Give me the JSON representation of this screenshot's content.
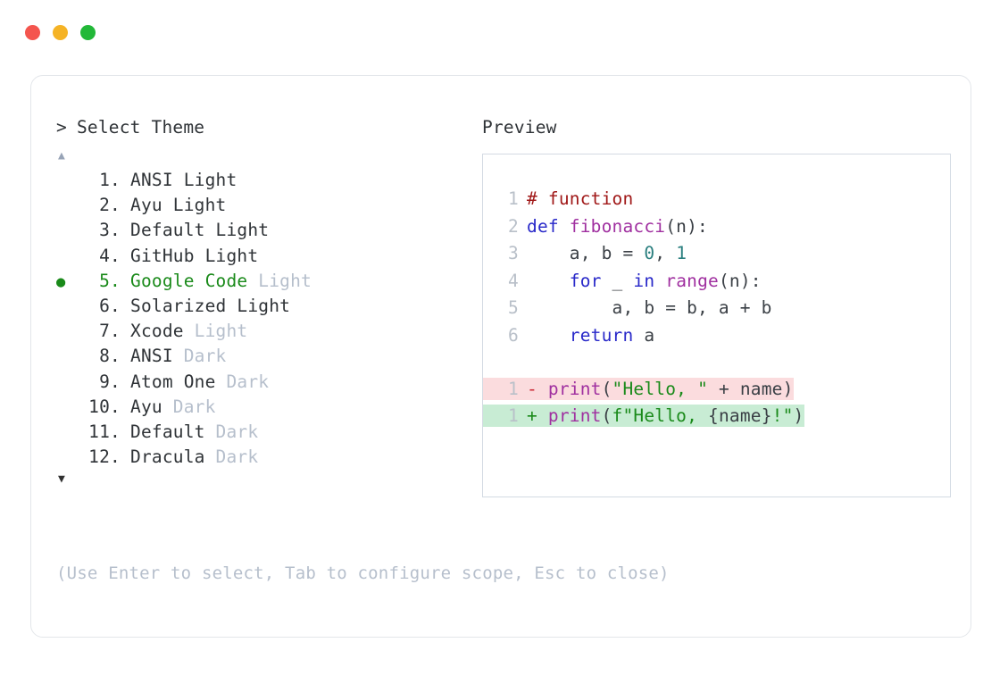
{
  "window": {
    "controls": [
      {
        "name": "close",
        "color": "#f4554e"
      },
      {
        "name": "minimize",
        "color": "#f5b325"
      },
      {
        "name": "maximize",
        "color": "#22b838"
      }
    ]
  },
  "picker": {
    "caret": ">",
    "title": "Select Theme",
    "scroll_up_icon": "▲",
    "scroll_down_icon": "▼",
    "selected_index": 5,
    "selected_bullet": "●",
    "accent_color": "#1a8a1a",
    "muted_color": "#b6bfcc",
    "items": [
      {
        "index": "1.",
        "name": "ANSI",
        "suffix": "Light",
        "suffix_muted": false,
        "selected": false
      },
      {
        "index": "2.",
        "name": "Ayu",
        "suffix": "Light",
        "suffix_muted": false,
        "selected": false
      },
      {
        "index": "3.",
        "name": "Default",
        "suffix": "Light",
        "suffix_muted": false,
        "selected": false
      },
      {
        "index": "4.",
        "name": "GitHub",
        "suffix": "Light",
        "suffix_muted": false,
        "selected": false
      },
      {
        "index": "5.",
        "name": "Google Code",
        "suffix": "Light",
        "suffix_muted": true,
        "selected": true
      },
      {
        "index": "6.",
        "name": "Solarized",
        "suffix": "Light",
        "suffix_muted": false,
        "selected": false
      },
      {
        "index": "7.",
        "name": "Xcode",
        "suffix": "Light",
        "suffix_muted": true,
        "selected": false
      },
      {
        "index": "8.",
        "name": "ANSI",
        "suffix": "Dark",
        "suffix_muted": true,
        "selected": false
      },
      {
        "index": "9.",
        "name": "Atom One",
        "suffix": "Dark",
        "suffix_muted": true,
        "selected": false
      },
      {
        "index": "10.",
        "name": "Ayu",
        "suffix": "Dark",
        "suffix_muted": true,
        "selected": false
      },
      {
        "index": "11.",
        "name": "Default",
        "suffix": "Dark",
        "suffix_muted": true,
        "selected": false
      },
      {
        "index": "12.",
        "name": "Dracula",
        "suffix": "Dark",
        "suffix_muted": true,
        "selected": false
      }
    ],
    "hint": "(Use Enter to select, Tab to configure scope, Esc to close)"
  },
  "preview": {
    "title": "Preview",
    "code_lines": [
      {
        "ln": "1",
        "tokens": [
          {
            "text": "# function",
            "type": "comment"
          }
        ]
      },
      {
        "ln": "2",
        "tokens": [
          {
            "text": "def ",
            "type": "keyword"
          },
          {
            "text": "fibonacci",
            "type": "func"
          },
          {
            "text": "(n):",
            "type": "punc"
          }
        ]
      },
      {
        "ln": "3",
        "tokens": [
          {
            "text": "    a, b = ",
            "type": "plain"
          },
          {
            "text": "0",
            "type": "num"
          },
          {
            "text": ", ",
            "type": "plain"
          },
          {
            "text": "1",
            "type": "num"
          }
        ]
      },
      {
        "ln": "4",
        "tokens": [
          {
            "text": "    ",
            "type": "plain"
          },
          {
            "text": "for",
            "type": "keyword"
          },
          {
            "text": " _ ",
            "type": "plain"
          },
          {
            "text": "in",
            "type": "keyword"
          },
          {
            "text": " ",
            "type": "plain"
          },
          {
            "text": "range",
            "type": "func"
          },
          {
            "text": "(n):",
            "type": "punc"
          }
        ]
      },
      {
        "ln": "5",
        "tokens": [
          {
            "text": "        a, b = b, a + b",
            "type": "plain"
          }
        ]
      },
      {
        "ln": "6",
        "tokens": [
          {
            "text": "    ",
            "type": "plain"
          },
          {
            "text": "return",
            "type": "keyword"
          },
          {
            "text": " a",
            "type": "plain"
          }
        ]
      }
    ],
    "diff_lines": [
      {
        "ln": "1",
        "mark": "-",
        "kind": "del",
        "bg": "#fbdcde",
        "tokens": [
          {
            "text": "print",
            "type": "func"
          },
          {
            "text": "(",
            "type": "punc"
          },
          {
            "text": "\"Hello, \"",
            "type": "string"
          },
          {
            "text": " + name)",
            "type": "plain"
          }
        ]
      },
      {
        "ln": "1",
        "mark": "+",
        "kind": "add",
        "bg": "#c8ecd4",
        "tokens": [
          {
            "text": "print",
            "type": "func"
          },
          {
            "text": "(",
            "type": "punc"
          },
          {
            "text": "f\"Hello, ",
            "type": "string"
          },
          {
            "text": "{name}",
            "type": "plain"
          },
          {
            "text": "!\"",
            "type": "string"
          },
          {
            "text": ")",
            "type": "punc"
          }
        ]
      }
    ]
  }
}
